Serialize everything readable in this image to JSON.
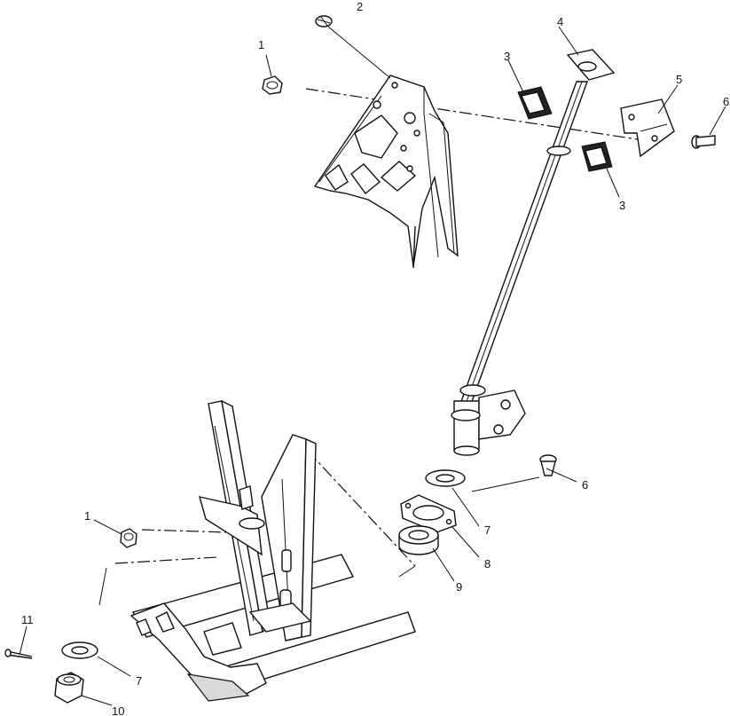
{
  "callouts": [
    {
      "id": "c1a",
      "text": "1"
    },
    {
      "id": "c2",
      "text": "2"
    },
    {
      "id": "c3a",
      "text": "3"
    },
    {
      "id": "c4",
      "text": "4"
    },
    {
      "id": "c5",
      "text": "5"
    },
    {
      "id": "c6a",
      "text": "6"
    },
    {
      "id": "c3b",
      "text": "3"
    },
    {
      "id": "c6b",
      "text": "6"
    },
    {
      "id": "c7a",
      "text": "7"
    },
    {
      "id": "c8",
      "text": "8"
    },
    {
      "id": "c1b",
      "text": "1"
    },
    {
      "id": "c9",
      "text": "9"
    },
    {
      "id": "c11",
      "text": "11"
    },
    {
      "id": "c7b",
      "text": "7"
    },
    {
      "id": "c10",
      "text": "10"
    }
  ]
}
